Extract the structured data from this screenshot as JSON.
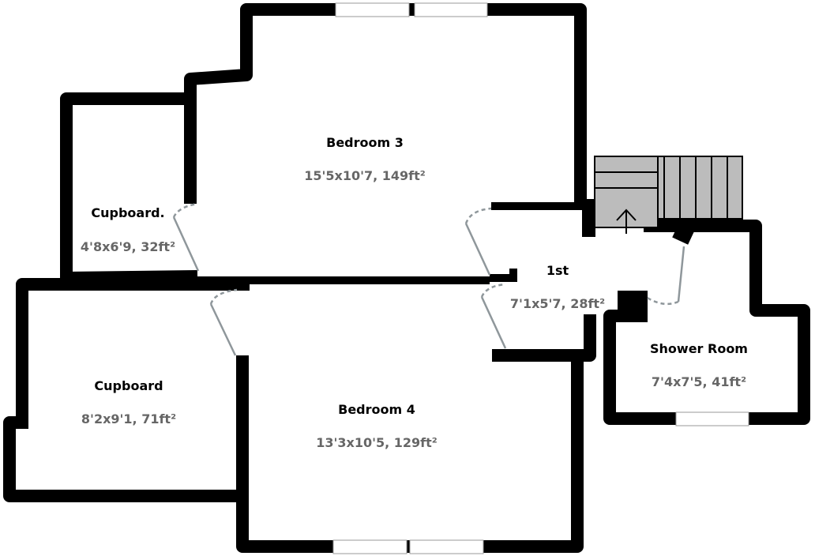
{
  "rooms": [
    {
      "name": "Bedroom 3",
      "dims": "15'5x10'7, 149ft²"
    },
    {
      "name": "Cupboard.",
      "dims": "4'8x6'9, 32ft²"
    },
    {
      "name": "1st",
      "dims": "7'1x5'7, 28ft²"
    },
    {
      "name": "Shower Room",
      "dims": "7'4x7'5, 41ft²"
    },
    {
      "name": "Cupboard",
      "dims": "8'2x9'1, 71ft²"
    },
    {
      "name": "Bedroom 4",
      "dims": "13'3x10'5, 129ft²"
    }
  ],
  "colors": {
    "wall": "#000000",
    "stairs": "#bcbcbc",
    "door": "#8f979b",
    "dims_text": "#666666"
  }
}
